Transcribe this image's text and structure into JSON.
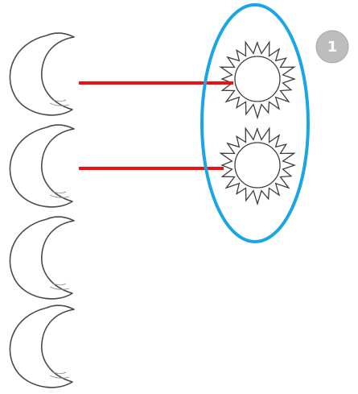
{
  "moons": [
    {
      "id": "moon-1"
    },
    {
      "id": "moon-2"
    },
    {
      "id": "moon-3"
    },
    {
      "id": "moon-4"
    }
  ],
  "suns": [
    {
      "id": "sun-1"
    },
    {
      "id": "sun-2"
    }
  ],
  "match_lines": [
    {
      "from": "moon-1",
      "to": "sun-1"
    },
    {
      "from": "moon-2",
      "to": "sun-2"
    }
  ],
  "badge": {
    "label": "1"
  },
  "colors": {
    "match_line": "#ee1111",
    "group_ellipse": "#1aa6e6",
    "badge": "#bdbdbd"
  },
  "icons": {
    "moon": "crescent-moon-icon",
    "sun": "sun-icon"
  }
}
